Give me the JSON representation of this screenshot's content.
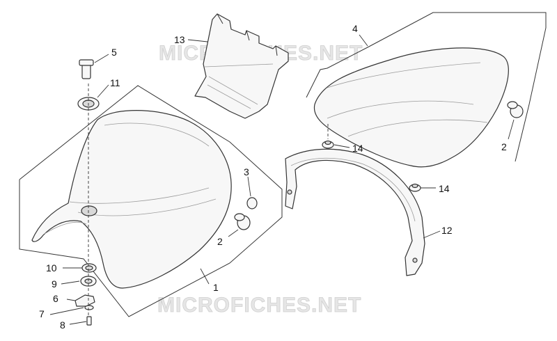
{
  "watermark": {
    "text_top": "MICROFICHES.NET",
    "text_bottom": "MICROFICHES.NET"
  },
  "callouts": {
    "c1": "1",
    "c2a": "2",
    "c2b": "2",
    "c3": "3",
    "c4": "4",
    "c5": "5",
    "c6": "6",
    "c7": "7",
    "c8": "8",
    "c9": "9",
    "c10": "10",
    "c11": "11",
    "c12": "12",
    "c13": "13",
    "c14a": "14",
    "c14b": "14"
  }
}
